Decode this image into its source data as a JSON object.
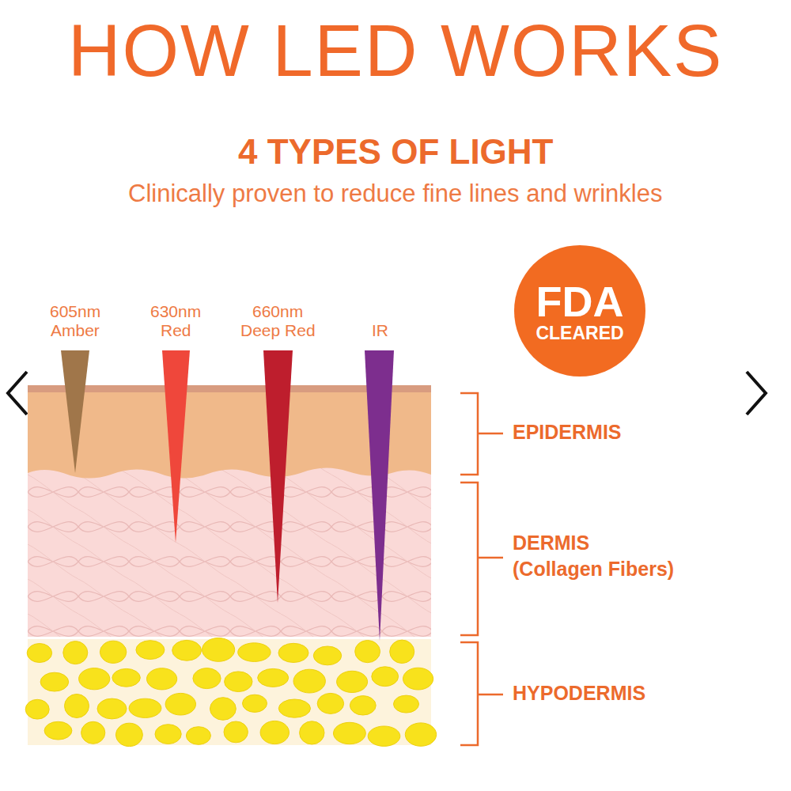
{
  "diagram": {
    "title": "HOW LED WORKS",
    "nodes": [
      {
        "text": [
          "FDA",
          "CLEARED"
        ]
      }
    ],
    "labels": [
      "4 TYPES OF LIGHT",
      "Clinically proven to reduce fine lines and wrinkles",
      "605nm",
      "Amber",
      "630nm",
      "Red",
      "660nm",
      "Deep Red",
      "IR",
      "EPIDERMIS",
      "DERMIS",
      "(Collagen Fibers)",
      "HYPODERMIS"
    ]
  }
}
